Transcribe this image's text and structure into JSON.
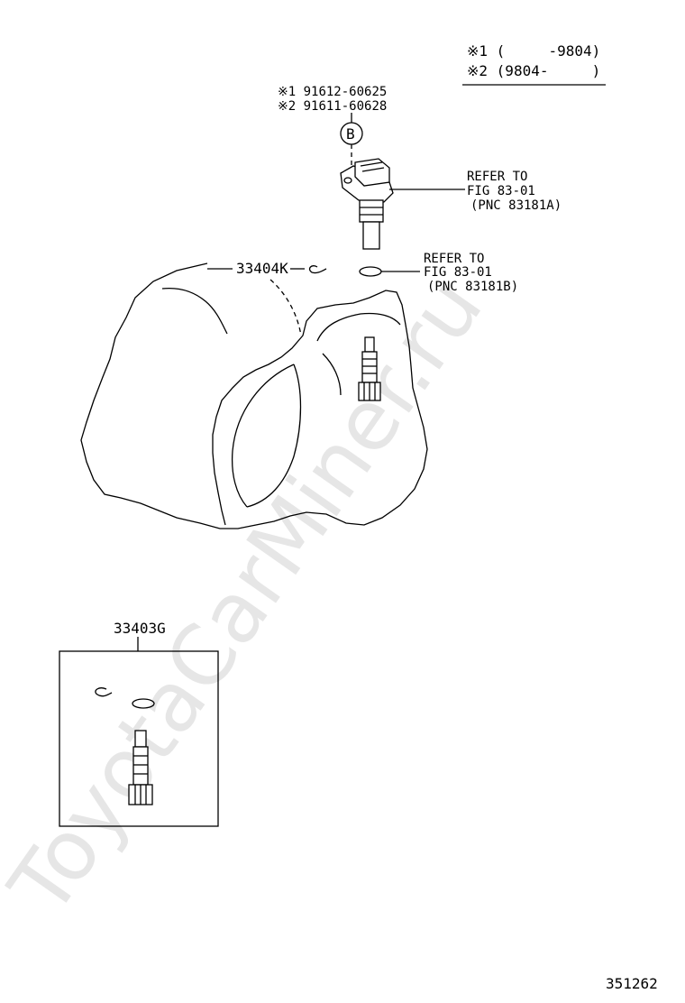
{
  "legend": {
    "line1": "※1 (     -9804)",
    "line2": "※2 (9804-     )"
  },
  "sensor_part_numbers": {
    "line1": "※1 91612-60625",
    "line2": "※2 91611-60628"
  },
  "callout_b": "B",
  "ref_a": {
    "line1": "REFER TO",
    "line2": "FIG 83-01",
    "line3": "(PNC 83181A)"
  },
  "ref_b": {
    "line1": "REFER TO",
    "line2": "FIG 83-01",
    "line3": "(PNC 83181B)"
  },
  "part_33404k": "33404K",
  "part_33403g": "33403G",
  "figure_number": "351262",
  "watermark": "ToyotaCarMiner.ru"
}
